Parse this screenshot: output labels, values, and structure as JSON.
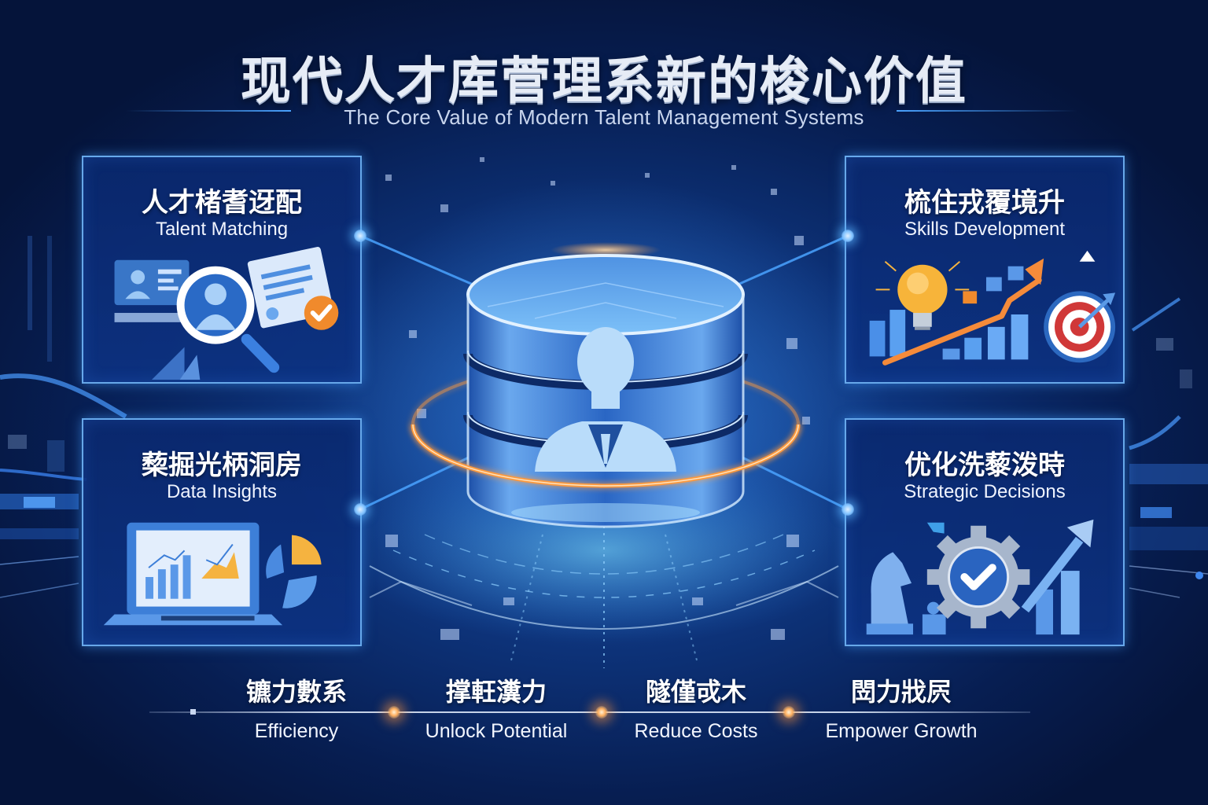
{
  "header": {
    "title_cn": "现代人才库菅理系新的梭心价值",
    "title_en": "The Core Value of Modern Talent Management Systems"
  },
  "cards": [
    {
      "id": "talent-matching",
      "title_cn": "人才楮耆迓配",
      "title_en": "Talent Matching",
      "icon": "magnifier-profile-icon",
      "accent": "#f08a2c"
    },
    {
      "id": "skills-development",
      "title_cn": "梳住戎覆境升",
      "title_en": "Skills Development",
      "icon": "lightbulb-growth-target-icon",
      "accent": "#f08a2c"
    },
    {
      "id": "data-insights",
      "title_cn": "蔾掘光柄洞房",
      "title_en": "Data Insights",
      "icon": "laptop-chart-icon",
      "accent": "#f5b340"
    },
    {
      "id": "strategic-decisions",
      "title_cn": "优化洗藜泼時",
      "title_en": "Strategic Decisions",
      "icon": "gear-check-chess-icon",
      "accent": "#2f6fd0"
    }
  ],
  "center": {
    "icon": "database-person-icon",
    "ring_color": "#ff9a3c"
  },
  "values": [
    {
      "cn": "镳力數系",
      "en": "Efficiency"
    },
    {
      "cn": "撑軖瀵力",
      "en": "Unlock Potential"
    },
    {
      "cn": "隧僅戓木",
      "en": "Reduce Costs"
    },
    {
      "cn": "閚力戕屄",
      "en": "Empower Growth"
    }
  ],
  "colors": {
    "background_dark": "#05143a",
    "background_mid": "#0d3278",
    "glow_blue": "#4aa3ff",
    "glow_orange": "#ff9a3c",
    "card_border": "#78beff"
  }
}
